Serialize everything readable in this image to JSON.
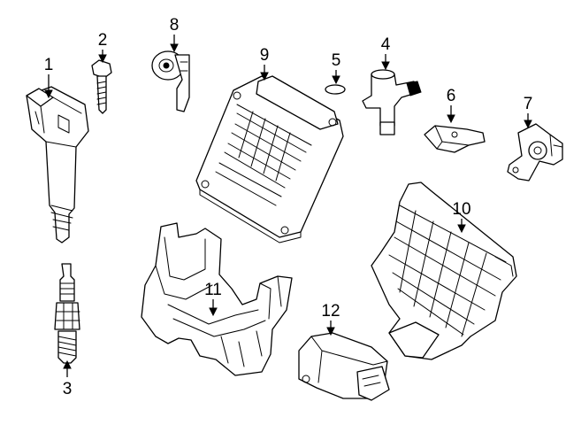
{
  "callouts": [
    {
      "id": "1",
      "label": "1"
    },
    {
      "id": "2",
      "label": "2"
    },
    {
      "id": "3",
      "label": "3"
    },
    {
      "id": "4",
      "label": "4"
    },
    {
      "id": "5",
      "label": "5"
    },
    {
      "id": "6",
      "label": "6"
    },
    {
      "id": "7",
      "label": "7"
    },
    {
      "id": "8",
      "label": "8"
    },
    {
      "id": "9",
      "label": "9"
    },
    {
      "id": "10",
      "label": "10"
    },
    {
      "id": "11",
      "label": "11"
    },
    {
      "id": "12",
      "label": "12"
    }
  ],
  "colors": {
    "line": "#000000",
    "background": "#ffffff"
  }
}
